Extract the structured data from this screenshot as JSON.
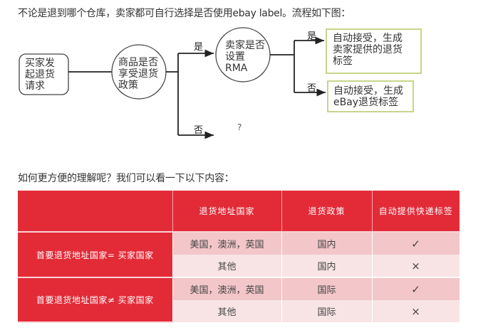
{
  "intro_text": "不论是退到哪个仓库，卖家都可自行选择是否使用ebay label。流程如下图：",
  "flowchart": {
    "start_node": {
      "lines": [
        "买家发",
        "起退货",
        "请求"
      ]
    },
    "decision1": {
      "lines": [
        "商品是否",
        "享受退货",
        "政策"
      ]
    },
    "decision1_yes_label": "是",
    "decision1_no_label": "否",
    "decision1_no_result": "?",
    "decision2": {
      "lines": [
        "卖家是否",
        "设置",
        "RMA"
      ]
    },
    "decision2_yes_label": "是",
    "decision2_no_label": "否",
    "result_yes": {
      "lines": [
        "自动接受，生成",
        "卖家提供的退货",
        "标签"
      ]
    },
    "result_no": {
      "lines": [
        "自动接受，生成",
        "eBay退货标签"
      ]
    },
    "colors": {
      "line": "#222222",
      "result_border": "#b8cc70"
    }
  },
  "question_text": "如何更方便的理解呢？我们可以看一下以下内容：",
  "table": {
    "headers": [
      "",
      "退货地址国家",
      "退货政策",
      "自动提供快递标签"
    ],
    "groups": [
      {
        "label": "首要退货地址国家= 买家国家",
        "rows": [
          {
            "country": "美国，澳洲，英国",
            "policy": "国内",
            "auto_label": "✓"
          },
          {
            "country": "其他",
            "policy": "国内",
            "auto_label": "×"
          }
        ]
      },
      {
        "label": "首要退货地址国家≠ 买家国家",
        "rows": [
          {
            "country": "美国，澳洲，英国",
            "policy": "国际",
            "auto_label": "✓"
          },
          {
            "country": "其他",
            "policy": "国际",
            "auto_label": "×"
          }
        ]
      }
    ],
    "colors": {
      "header_bg": "#e32b38",
      "row_dark": "#f3c6c9",
      "row_light": "#f8e4e5"
    }
  }
}
